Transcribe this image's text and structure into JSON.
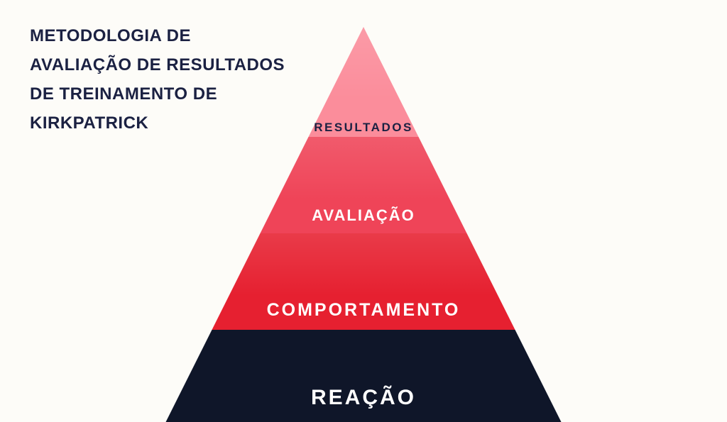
{
  "title": {
    "lines": [
      "METODOLOGIA DE",
      "AVALIAÇÃO DE RESULTADOS",
      "DE TREINAMENTO DE",
      "KIRKPATRICK"
    ],
    "color": "#1B2142"
  },
  "pyramid": {
    "levels": [
      {
        "label": "RESULTADOS",
        "color": "#FB8D9B",
        "label_color": "#1B2142"
      },
      {
        "label": "AVALIAÇÃO",
        "color": "#EF4458",
        "label_color": "#FFFFFF"
      },
      {
        "label": "COMPORTAMENTO",
        "color": "#E62030",
        "label_color": "#FFFFFF"
      },
      {
        "label": "REAÇÃO",
        "color": "#0F1629",
        "label_color": "#FFFFFF"
      }
    ]
  },
  "background_color": "#FDFCF8"
}
